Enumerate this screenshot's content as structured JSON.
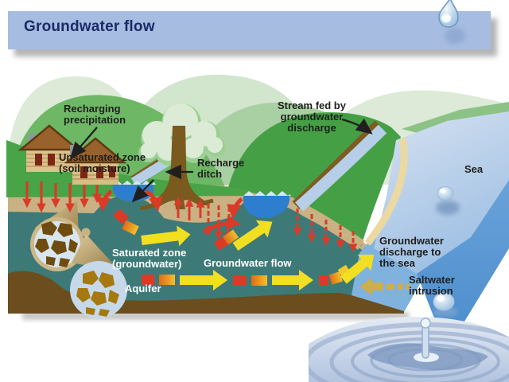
{
  "slide": {
    "title": "Groundwater flow"
  },
  "labels": {
    "recharging_precipitation": [
      "Recharging",
      "precipitation"
    ],
    "unsaturated_zone": [
      "Unsaturated zone",
      "(soil moisture)"
    ],
    "recharge_ditch": [
      "Recharge",
      "ditch"
    ],
    "stream_fed": [
      "Stream fed by",
      "groundwater",
      "discharge"
    ],
    "sea": "Sea",
    "saturated_zone": [
      "Saturated zone",
      "(groundwater)"
    ],
    "groundwater_flow": "Groundwater flow",
    "aquifer": "Aquifer",
    "groundwater_discharge": [
      "Groundwater",
      "discharge to",
      "the sea"
    ],
    "saltwater_intrusion": [
      "Saltwater",
      "intrusion"
    ]
  },
  "colors": {
    "banner_bg": "#a6bce0",
    "title_text": "#1b2a68",
    "soil_tan": "#c9b183",
    "saturated_teal": "#3d7a77",
    "bedrock_brown": "#6b4d1e",
    "surface_green": "#49a347",
    "sea_face_blue": "#5e9ad5",
    "pond_blue": "#2e7ecf",
    "flow_yellow": "#f2df22",
    "flow_orange": "#e6921e",
    "arrow_red": "#d93b28",
    "saltwater_khaki": "#ccae4a",
    "label_dark": "#1f1f1d",
    "label_white": "#ffffff"
  },
  "icons": {
    "water_droplet": "falling water droplet",
    "water_ripple": "water ripple with splash"
  }
}
